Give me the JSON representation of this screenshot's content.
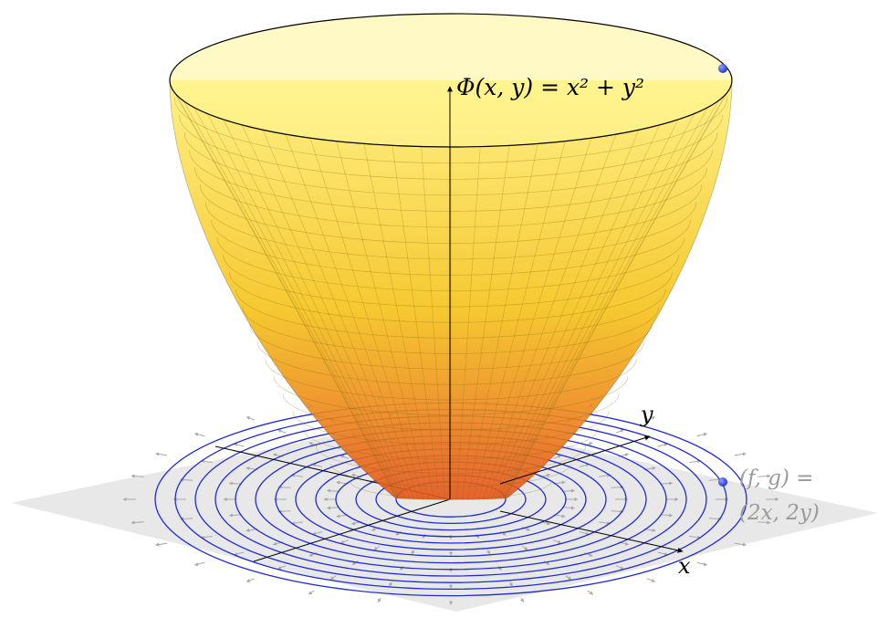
{
  "figure": {
    "function_label": "Φ(x, y) = x² + y²",
    "field_label_line1": "(f, g) =",
    "field_label_line2": "(2x, 2y)",
    "axis_x_label": "x",
    "axis_y_label": "y"
  },
  "colors": {
    "surface_top": "#fff07a",
    "surface_mid": "#f5c21a",
    "surface_bottom": "#e5541a",
    "contour": "#1f2bd6",
    "plane": "#e8e8e8",
    "arrow": "#a8a8a8",
    "point": "#1b2fd0",
    "grid": "#7a6a10"
  },
  "icons": [
    "point-marker"
  ]
}
